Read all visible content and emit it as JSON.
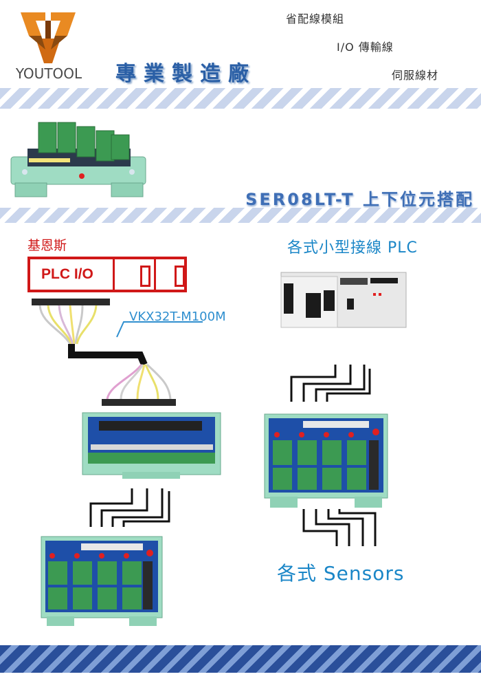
{
  "header": {
    "brand": "YOUTOOL",
    "slogan": "專業製造廠",
    "tags": [
      "省配線模組",
      "I/O 傳輸線",
      "伺服線材"
    ]
  },
  "banner": {
    "model_title": "SER08LT-T 上下位元搭配"
  },
  "diagram": {
    "left_label": "基恩斯",
    "plc_box_label": "PLC I/O",
    "cable_label": "VKX32T-M100M",
    "right_label": "各式小型接線 PLC",
    "sensors_label": "各式 Sensors"
  },
  "colors": {
    "accent_blue": "#2a5fa6",
    "label_red": "#d01818",
    "label_cyan": "#1a86c7",
    "board_green": "#8fd1b5"
  }
}
